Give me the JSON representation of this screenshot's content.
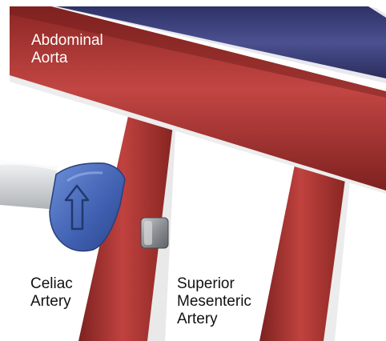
{
  "diagram": {
    "labels": {
      "aorta": {
        "line1": "Abdominal",
        "line2": "Aorta"
      },
      "celiac": {
        "line1": "Celiac",
        "line2": "Artery"
      },
      "sma": {
        "line1": "Superior",
        "line2": "Mesenteric",
        "line3": "Artery"
      }
    },
    "colors": {
      "background": "#ffffff",
      "vein": "#3a3f7a",
      "artery": "#b63a37",
      "artery_dark": "#8a2624",
      "probe_head": "#4a6ec0",
      "probe_handle": "#dcdfe2",
      "clip": "#8e9094",
      "label_on_artery": "#ffffff",
      "label_on_background": "#111111"
    },
    "icons": {
      "probe_marker": "up-arrow-icon",
      "clip": "clip-icon"
    }
  }
}
